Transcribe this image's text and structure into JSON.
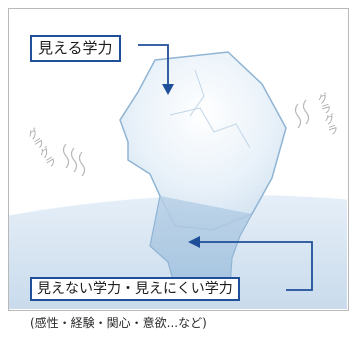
{
  "labels": {
    "visible_ability": "見える学力",
    "hidden_ability": "見えない学力・見えにくい学力",
    "examples": "(感性・経験・関心・意欲...など)"
  },
  "motion_text": {
    "left": "グラグラ",
    "right": "グラグラ"
  },
  "colors": {
    "label_border": "#1f4f99",
    "arrow": "#1f4f99",
    "ice_edge": "#8fb4d4",
    "water": "#d8e6f2"
  }
}
